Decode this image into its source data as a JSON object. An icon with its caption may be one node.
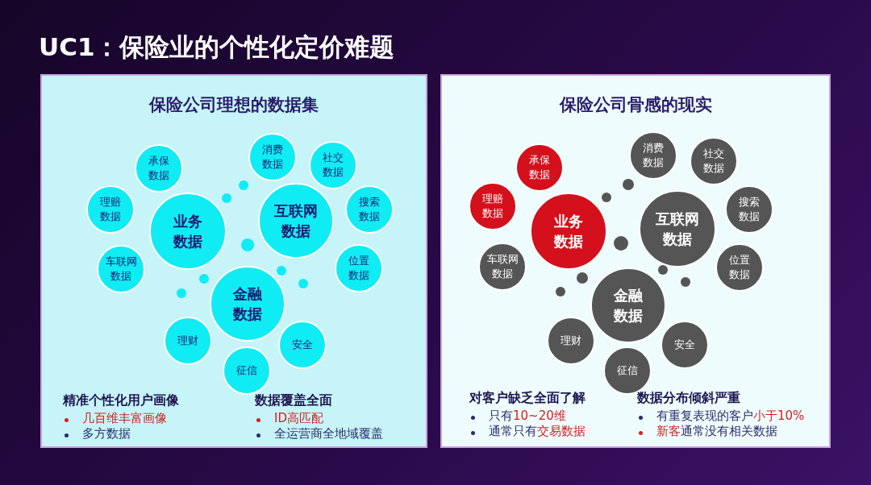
{
  "diagram": {
    "title": "UC1：保险业的个性化定价难题",
    "nodes": [
      {
        "text": [
          "保险公司理想的数据集"
        ]
      },
      {
        "text": [
          "承保数据"
        ],
        "in": 0
      },
      {
        "text": [
          "理赔数据"
        ],
        "in": 0
      },
      {
        "text": [
          "业务数据"
        ],
        "in": 0
      },
      {
        "text": [
          "消费数据"
        ],
        "in": 0
      },
      {
        "text": [
          "社交数据"
        ],
        "in": 0
      },
      {
        "text": [
          "互联网数据"
        ],
        "in": 0
      },
      {
        "text": [
          "搜索数据"
        ],
        "in": 0
      },
      {
        "text": [
          "车联网数据"
        ],
        "in": 0
      },
      {
        "text": [
          "位置数据"
        ],
        "in": 0
      },
      {
        "text": [
          "金融数据"
        ],
        "in": 0
      },
      {
        "text": [
          "理财"
        ],
        "in": 0
      },
      {
        "text": [
          "安全"
        ],
        "in": 0
      },
      {
        "text": [
          "征信"
        ],
        "in": 0
      },
      {
        "text": [
          "保险公司骨感的现实"
        ]
      },
      {
        "text": [
          "承保数据"
        ],
        "in": 14
      },
      {
        "text": [
          "理赔数据"
        ],
        "in": 14
      },
      {
        "text": [
          "业务数据"
        ],
        "in": 14
      },
      {
        "text": [
          "消费数据"
        ],
        "in": 14
      },
      {
        "text": [
          "社交数据"
        ],
        "in": 14
      },
      {
        "text": [
          "互联网数据"
        ],
        "in": 14
      },
      {
        "text": [
          "搜索数据"
        ],
        "in": 14
      },
      {
        "text": [
          "车联网数据"
        ],
        "in": 14
      },
      {
        "text": [
          "位置数据"
        ],
        "in": 14
      },
      {
        "text": [
          "金融数据"
        ],
        "in": 14
      },
      {
        "text": [
          "理财"
        ],
        "in": 14
      },
      {
        "text": [
          "安全"
        ],
        "in": 14
      },
      {
        "text": [
          "征信"
        ],
        "in": 14
      }
    ],
    "labels": [
      "精准个性化用户画像",
      "几百维丰富画像",
      "多方数据",
      "数据覆盖全面",
      "ID高匹配",
      "全运营商全地域覆盖",
      "对客户缺乏全面了解",
      "只有10~20维",
      "通常只有交易数据",
      "数据分布倾斜严重",
      "有重复表现的客户小于10%",
      "新客通常没有相关数据"
    ]
  }
}
